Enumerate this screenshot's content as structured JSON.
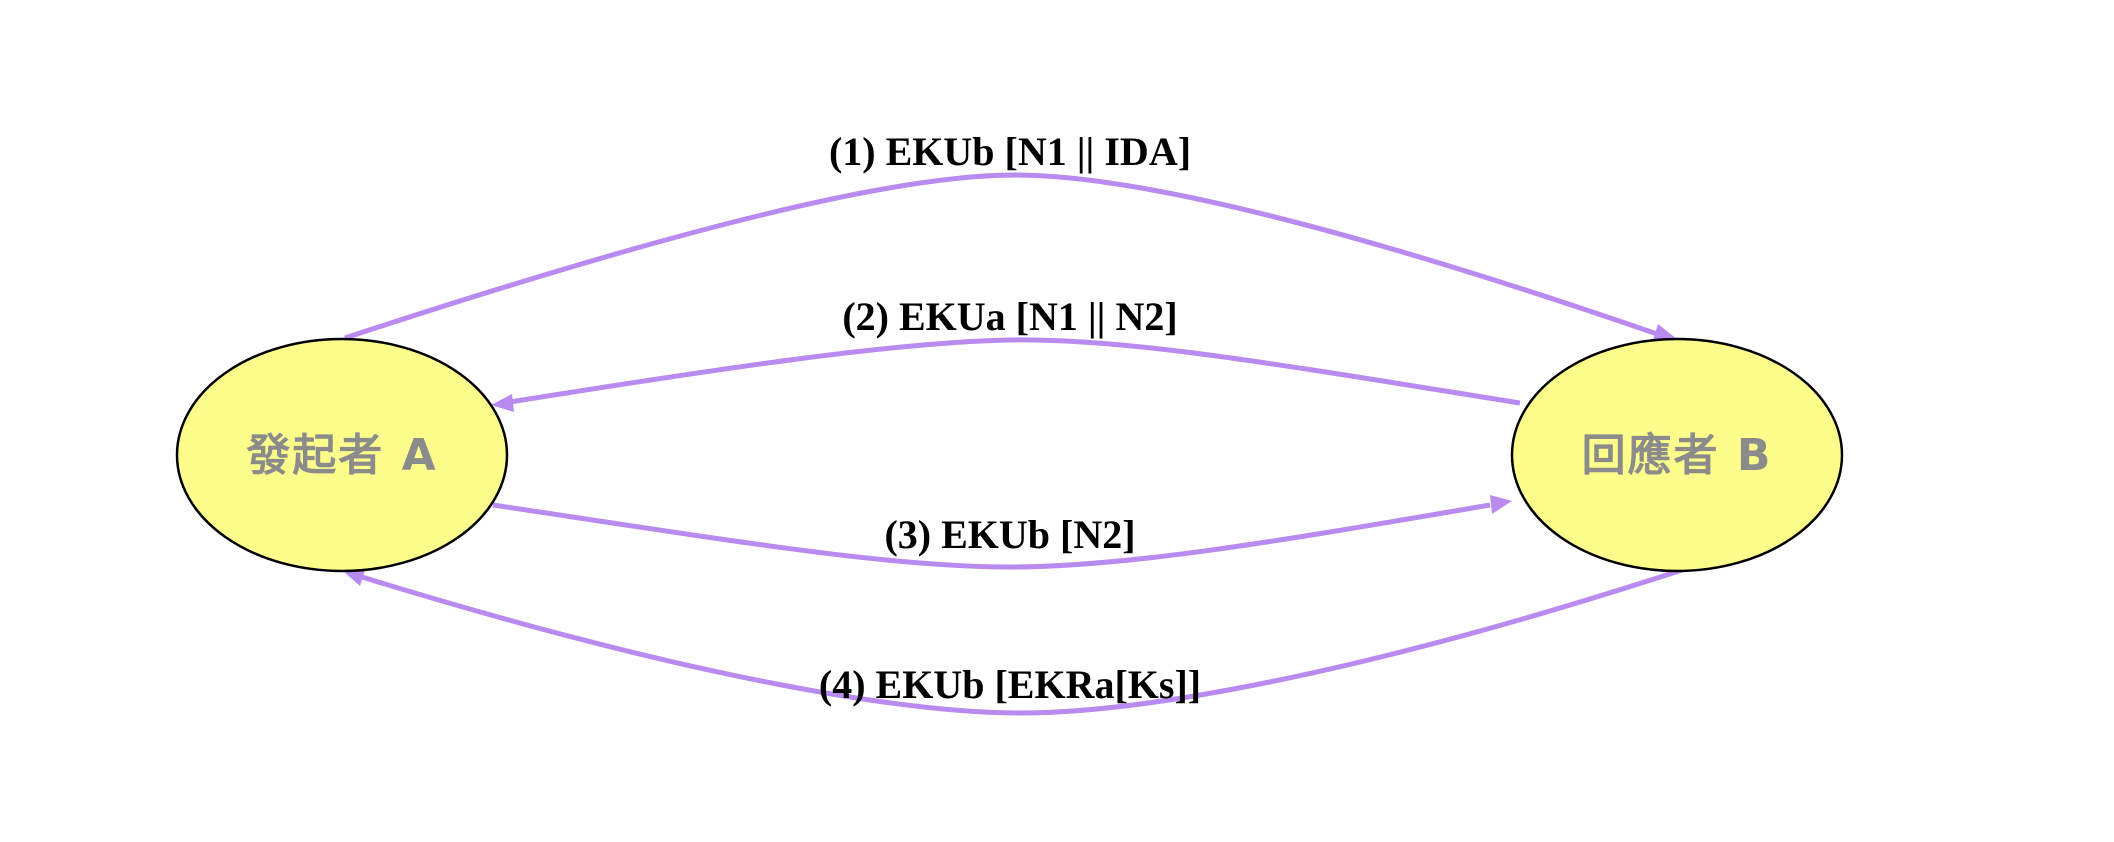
{
  "nodes": {
    "initiator": {
      "label": "發起者 A"
    },
    "responder": {
      "label": "回應者 B"
    }
  },
  "messages": [
    {
      "label": "(1) EKUb [N1 || IDA]",
      "from": "initiator",
      "to": "responder"
    },
    {
      "label": "(2) EKUa [N1 || N2]",
      "from": "responder",
      "to": "initiator"
    },
    {
      "label": "(3) EKUb [N2]",
      "from": "initiator",
      "to": "responder"
    },
    {
      "label": "(4) EKUb [EKRa[Ks]]",
      "from": "responder",
      "to": "initiator"
    }
  ],
  "colors": {
    "node_fill": "#fdfd8b",
    "node_stroke": "#000000",
    "arrow": "#b98af0",
    "node_text": "#8b8b8b",
    "edge_text": "#000000"
  }
}
